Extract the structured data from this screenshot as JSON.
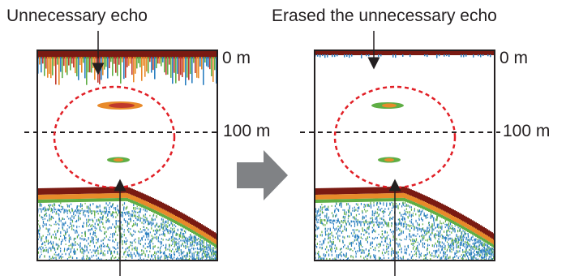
{
  "left_panel": {
    "caption": "Unnecessary echo",
    "depth_top": "0 m",
    "depth_mid": "100 m"
  },
  "right_panel": {
    "caption": "Erased the unnecessary echo",
    "depth_top": "0 m",
    "depth_mid": "100 m"
  },
  "colors": {
    "frame": "#231f20",
    "highlight_circle": "#e11f26",
    "arrow_fill": "#808285",
    "seabed_band": "#7a1a12",
    "echo_red": "#c0392b",
    "echo_orange": "#e88a2a",
    "echo_green": "#5fae45",
    "echo_blue": "#2a7fc0"
  }
}
